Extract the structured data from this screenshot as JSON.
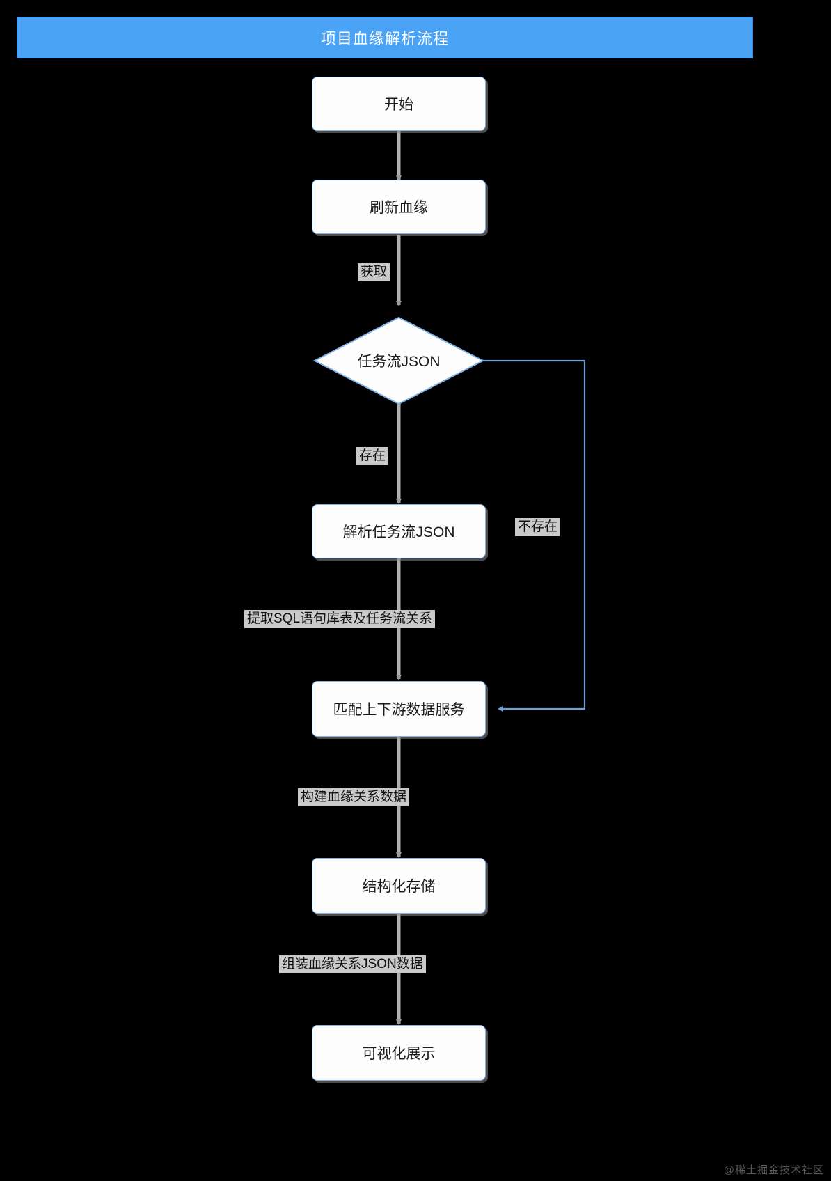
{
  "header": {
    "title": "项目血缘解析流程",
    "bg_color": "#4ba3f5",
    "text_color": "#ffffff"
  },
  "diagram": {
    "type": "flowchart",
    "orientation": "top-to-bottom",
    "node_fill": "#fdfdfd",
    "node_border": "#7fb3e8",
    "edge_color": "#b0b0b0",
    "branch_edge_color": "#6f9fd8",
    "nodes": [
      {
        "id": "start",
        "label": "开始",
        "shape": "rounded-rect"
      },
      {
        "id": "refresh",
        "label": "刷新血缘",
        "shape": "rounded-rect"
      },
      {
        "id": "taskjson",
        "label": "任务流JSON",
        "shape": "diamond"
      },
      {
        "id": "parse",
        "label": "解析任务流JSON",
        "shape": "rounded-rect"
      },
      {
        "id": "match",
        "label": "匹配上下游数据服务",
        "shape": "rounded-rect"
      },
      {
        "id": "store",
        "label": "结构化存储",
        "shape": "rounded-rect"
      },
      {
        "id": "visual",
        "label": "可视化展示",
        "shape": "rounded-rect"
      }
    ],
    "edges": [
      {
        "from": "start",
        "to": "refresh",
        "label": ""
      },
      {
        "from": "refresh",
        "to": "taskjson",
        "label": "获取"
      },
      {
        "from": "taskjson",
        "to": "parse",
        "label": "存在"
      },
      {
        "from": "taskjson",
        "to": "match",
        "label": "不存在"
      },
      {
        "from": "parse",
        "to": "match",
        "label": "提取SQL语句库表及任务流关系"
      },
      {
        "from": "match",
        "to": "store",
        "label": "构建血缘关系数据"
      },
      {
        "from": "store",
        "to": "visual",
        "label": "组装血缘关系JSON数据"
      }
    ]
  },
  "watermark": {
    "text": "@稀土掘金技术社区"
  }
}
